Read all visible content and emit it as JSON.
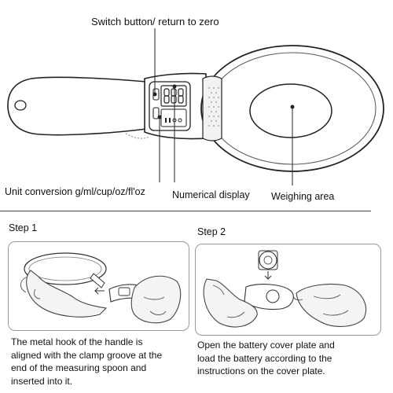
{
  "diagram": {
    "labels": {
      "switch_button": "Switch button/ return to zero",
      "unit_conversion": "Unit conversion g/ml/cup/oz/fl'oz",
      "numerical_display": "Numerical display",
      "weighing_area": "Weighing area"
    }
  },
  "steps": [
    {
      "title": "Step 1",
      "caption_lines": [
        "The metal hook of the handle is",
        "aligned with the clamp groove at the",
        "end of the measuring spoon and",
        "inserted into it."
      ]
    },
    {
      "title": "Step 2",
      "caption_lines": [
        "Open the battery cover plate and",
        "load the battery according to the",
        "instructions on the cover plate."
      ]
    }
  ]
}
